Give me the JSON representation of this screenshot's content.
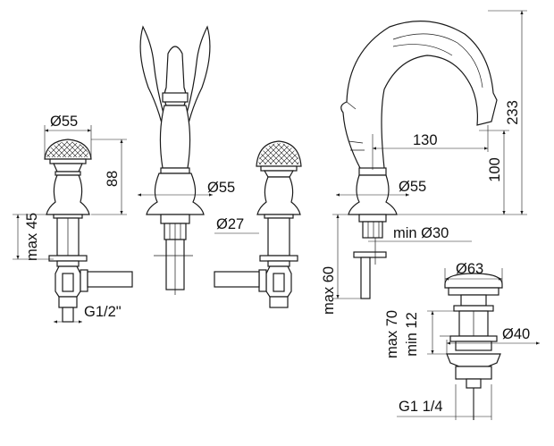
{
  "drawing": {
    "knob_diameter": "Ø55",
    "handle_height": "88",
    "deck_max": "max 45",
    "handle_thread": "G1/2\"",
    "spout_base_diameter": "Ø55",
    "spout_shank_diameter": "Ø27",
    "spout_reach": "130",
    "spout_height": "233",
    "spout_clearance": "100",
    "spout_right_base_diameter": "Ø55",
    "spout_hole": "min Ø30",
    "spout_deck_max": "max 60",
    "drain_top_diameter": "Ø63",
    "drain_body_diameter": "Ø40",
    "drain_max": "max 70",
    "drain_min": "min 12",
    "drain_thread": "G1 1/4"
  }
}
